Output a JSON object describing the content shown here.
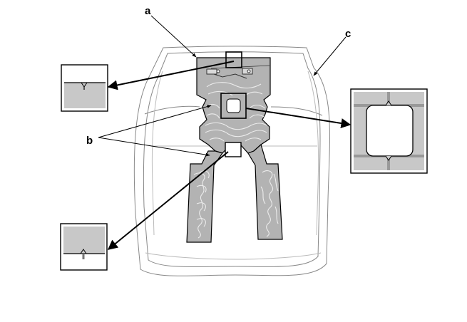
{
  "labels": {
    "a": "a",
    "b": "b",
    "c": "c"
  },
  "colors": {
    "heater": "#b3b3b3",
    "heater_dark": "#8c8c8c",
    "outline": "#000000",
    "seat_line": "#9a9a9a",
    "zoom_fill": "#c8c8c8",
    "zoom_stripe": "#999999"
  },
  "icons": {
    "callout_arrow": "arrow-icon"
  }
}
